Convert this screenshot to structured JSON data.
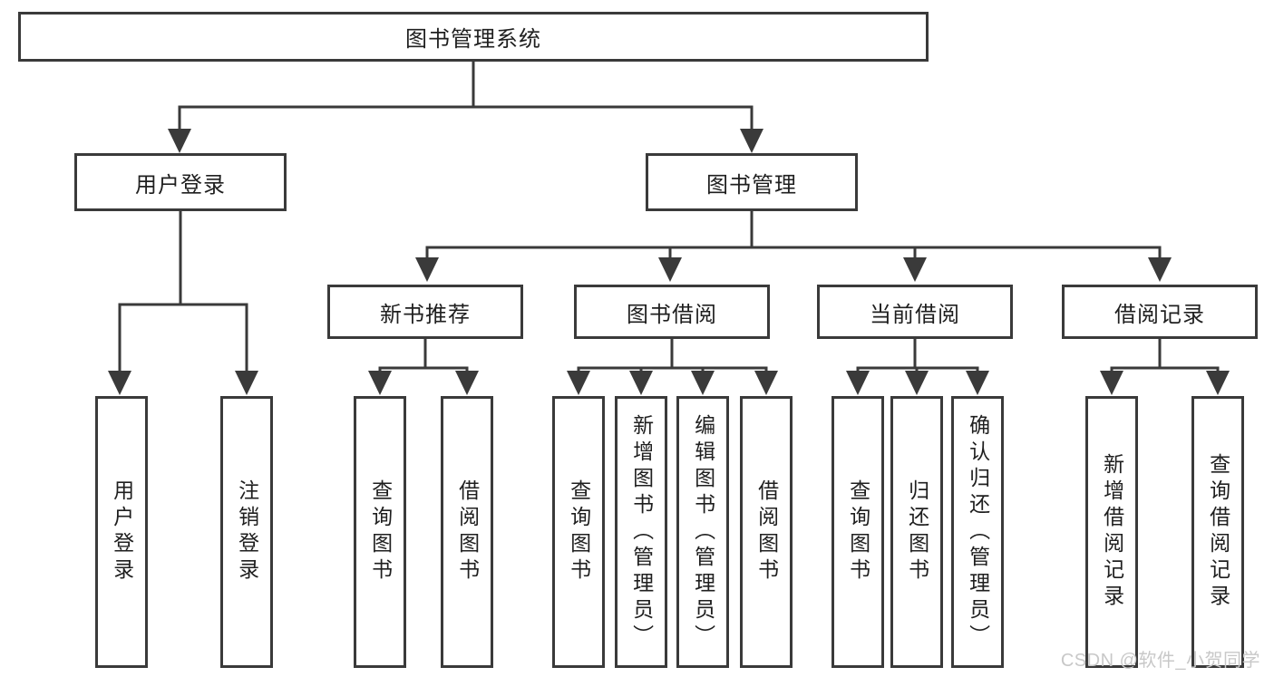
{
  "colors": {
    "line": "#3a3a3a",
    "text": "#1f1f1f",
    "box-bg": "#ffffff",
    "watermark": "#c8c8c8",
    "page-bg": "#ffffff"
  },
  "watermark": {
    "text": "CSDN @软件_小贺同学"
  },
  "tree": {
    "label": "图书管理系统",
    "children": [
      {
        "label": "用户登录",
        "children": [
          {
            "label": "用户登录"
          },
          {
            "label": "注销登录"
          }
        ]
      },
      {
        "label": "图书管理",
        "children": [
          {
            "label": "新书推荐",
            "children": [
              {
                "label": "查询图书"
              },
              {
                "label": "借阅图书"
              }
            ]
          },
          {
            "label": "图书借阅",
            "children": [
              {
                "label": "查询图书"
              },
              {
                "label": "新增图书（管理员）"
              },
              {
                "label": "编辑图书（管理员）"
              },
              {
                "label": "借阅图书"
              }
            ]
          },
          {
            "label": "当前借阅",
            "children": [
              {
                "label": "查询图书"
              },
              {
                "label": "归还图书"
              },
              {
                "label": "确认归还（管理员）"
              }
            ]
          },
          {
            "label": "借阅记录",
            "children": [
              {
                "label": "新增借阅记录"
              },
              {
                "label": "查询借阅记录"
              }
            ]
          }
        ]
      }
    ]
  }
}
